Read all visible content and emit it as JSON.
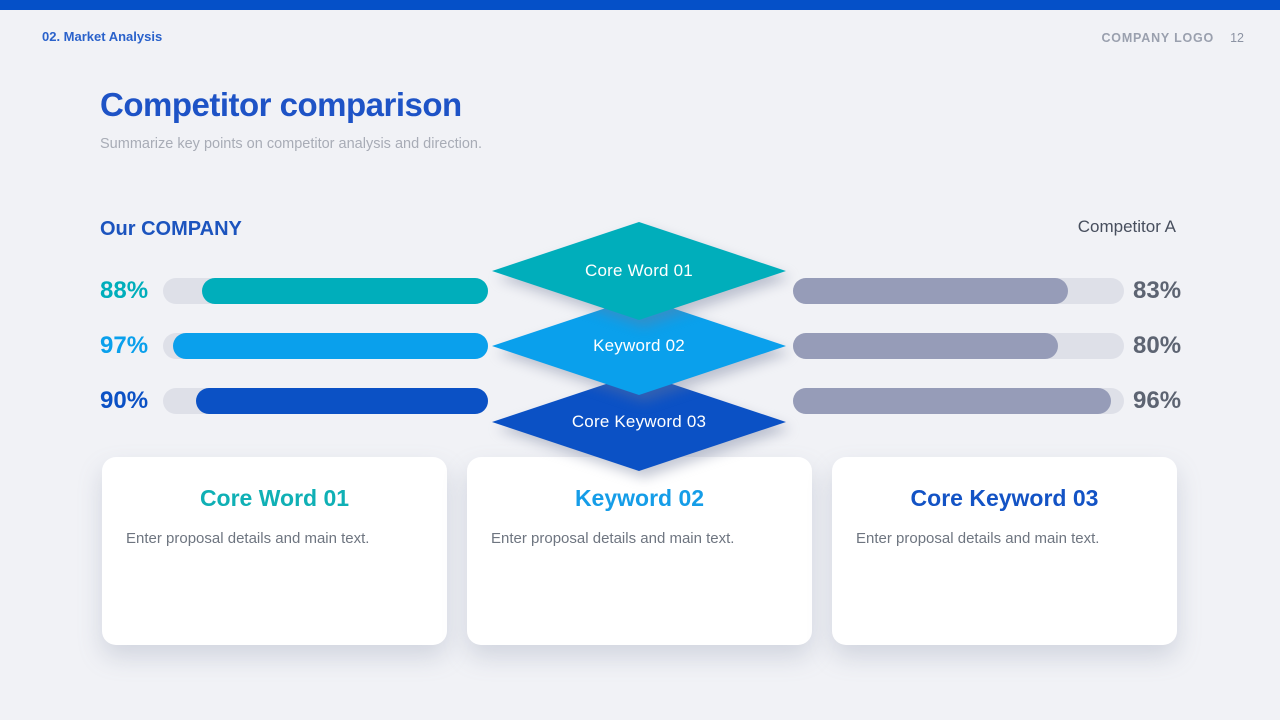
{
  "page": {
    "section_label": "02. Market Analysis",
    "company_logo": "COMPANY LOGO",
    "page_number": "12",
    "title": "Competitor comparison",
    "subtitle": "Summarize key points on competitor analysis and direction."
  },
  "comparison": {
    "left_header": "Our COMPANY",
    "right_header": "Competitor A",
    "competitor_color": "#969CB8",
    "track_color": "#DEE0E8",
    "rows": [
      {
        "left_pct": "88%",
        "left_value": 88,
        "right_pct": "83%",
        "right_value": 83,
        "color": "#00AEBB"
      },
      {
        "left_pct": "97%",
        "left_value": 97,
        "right_pct": "80%",
        "right_value": 80,
        "color": "#0AA0EC"
      },
      {
        "left_pct": "90%",
        "left_value": 90,
        "right_pct": "96%",
        "right_value": 96,
        "color": "#0B51C5"
      }
    ]
  },
  "keywords": [
    {
      "label": "Core Word 01",
      "color": "#00AEBB"
    },
    {
      "label": "Keyword 02",
      "color": "#0AA0EC"
    },
    {
      "label": "Core Keyword 03",
      "color": "#0B51C5"
    }
  ],
  "cards": [
    {
      "title": "Core Word 01",
      "color": "#0FB0B5",
      "body": "Enter proposal details and main text."
    },
    {
      "title": "Keyword 02",
      "color": "#159DE8",
      "body": "Enter proposal details and main text."
    },
    {
      "title": "Core Keyword 03",
      "color": "#1353C5",
      "body": "Enter proposal details and main text."
    }
  ],
  "chart_data": {
    "type": "bar",
    "orientation": "horizontal",
    "title": "Competitor comparison",
    "categories": [
      "Core Word 01",
      "Keyword 02",
      "Core Keyword 03"
    ],
    "series": [
      {
        "name": "Our COMPANY",
        "values": [
          88,
          97,
          90
        ]
      },
      {
        "name": "Competitor A",
        "values": [
          83,
          80,
          96
        ]
      }
    ],
    "value_range": [
      0,
      100
    ],
    "grid": false,
    "legend_position": "above-columns"
  }
}
